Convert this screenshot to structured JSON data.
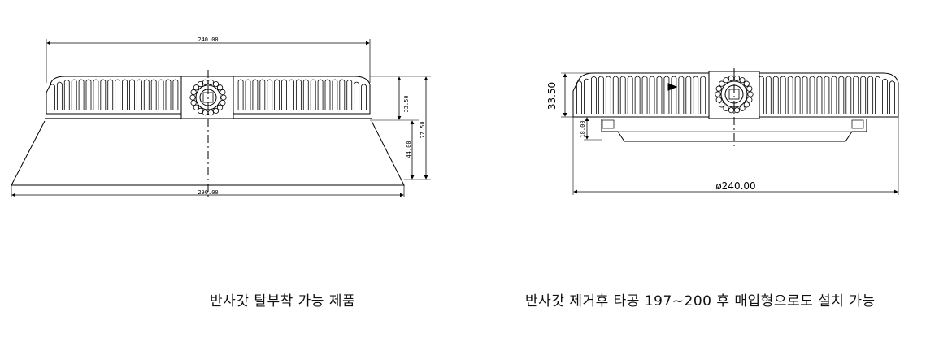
{
  "left_view": {
    "dim_top_width": "240.00",
    "dim_bottom_width": "290.00",
    "dim_body_height": "33.50",
    "dim_reflector_height": "44.00",
    "dim_total_height": "77.50",
    "caption": "반사갓 탈부착 가능 제품"
  },
  "right_view": {
    "dim_diameter": "ø240.00",
    "dim_height": "33.50",
    "dim_bracket_height": "18.00",
    "caption": "반사갓 제거후 타공 197~200 후 매입형으로도 설치 가능"
  }
}
